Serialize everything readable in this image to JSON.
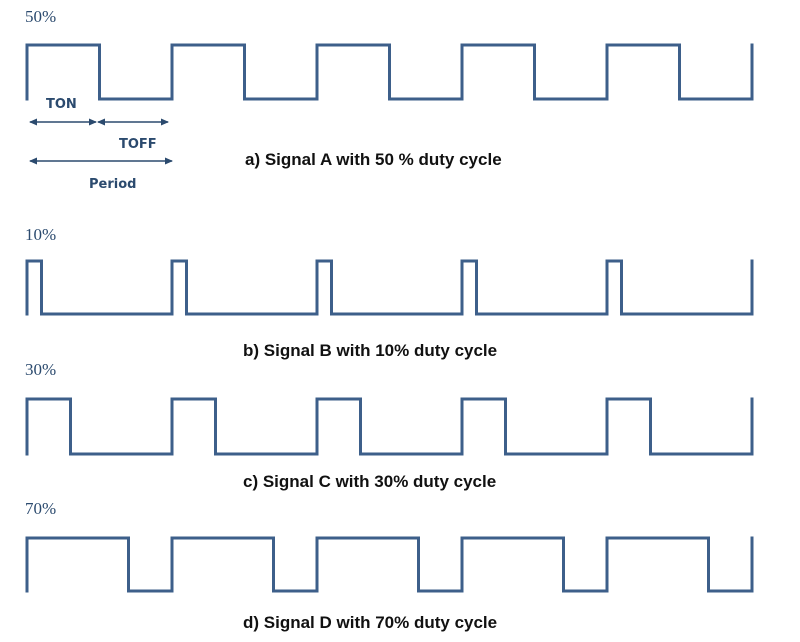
{
  "colors": {
    "wave": "#3d5f8a",
    "annotation": "#2b4a6e",
    "caption": "#111111"
  },
  "signals": [
    {
      "id": "a",
      "percent_label": "50%",
      "duty": 0.5,
      "periods": 5,
      "caption": "a) Signal A with 50 % duty cycle"
    },
    {
      "id": "b",
      "percent_label": "10%",
      "duty": 0.1,
      "periods": 5,
      "caption": "b) Signal B with 10% duty cycle"
    },
    {
      "id": "c",
      "percent_label": "30%",
      "duty": 0.3,
      "periods": 5,
      "caption": "c) Signal C with 30% duty cycle"
    },
    {
      "id": "d",
      "percent_label": "70%",
      "duty": 0.7,
      "periods": 5,
      "caption": "d) Signal D with 70% duty cycle"
    }
  ],
  "annotations": {
    "ton": "TON",
    "toff": "TOFF",
    "period": "Period"
  }
}
